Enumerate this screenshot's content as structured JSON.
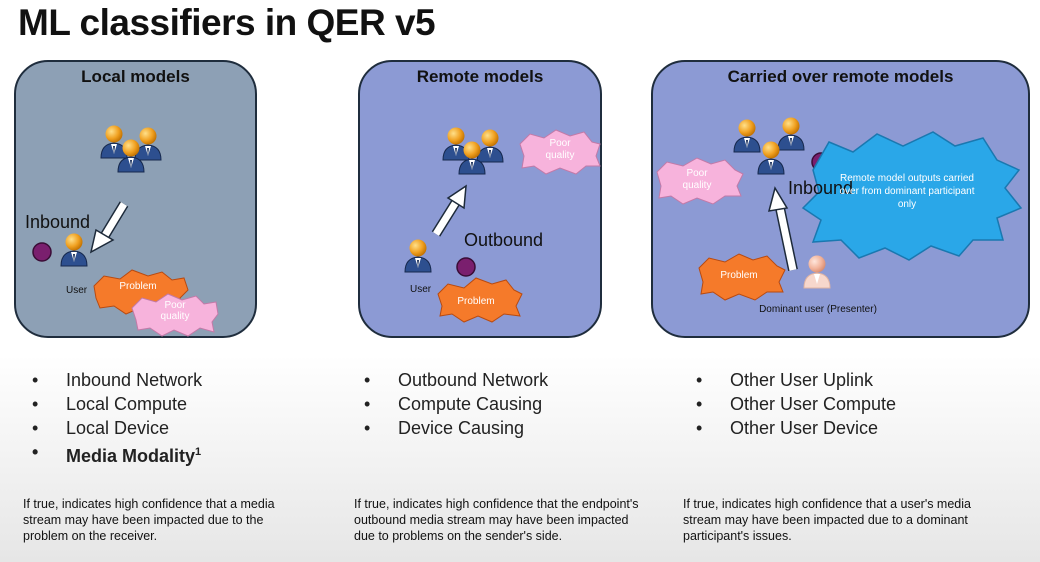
{
  "slide": {
    "title": "ML classifiers in QER v5"
  },
  "panels": [
    {
      "title": "Local models",
      "direction_label": "Inbound",
      "user_label": "User",
      "tags": [
        "Problem",
        "Poor quality"
      ]
    },
    {
      "title": "Remote models",
      "direction_label": "Outbound",
      "user_label": "User",
      "tags": [
        "Poor quality",
        "Problem"
      ]
    },
    {
      "title": "Carried over remote models",
      "direction_label": "Inbound",
      "user_label": "Dominant user (Presenter)",
      "tags": [
        "Poor quality",
        "Problem"
      ],
      "callout": "Remote model outputs carried over from dominant participant only"
    }
  ],
  "bullets": {
    "local": [
      "Inbound Network",
      "Local Compute",
      "Local Device",
      "Media Modality"
    ],
    "local_footnote_mark": "1",
    "remote": [
      "Outbound Network",
      "Compute Causing",
      "Device Causing"
    ],
    "carried": [
      "Other User Uplink",
      "Other User Compute",
      "Other User Device"
    ]
  },
  "descriptions": {
    "local": "If true, indicates high confidence that a media stream may have been impacted due to the problem on the receiver.",
    "remote": "If true, indicates high confidence that the endpoint's outbound media stream may have been impacted due to problems on the sender's side.",
    "carried": "If true, indicates high confidence that a user's media stream may have been impacted due to a dominant participant's issues."
  },
  "colors": {
    "panel_local": "#8da0b5",
    "panel_remote": "#8c9ad4",
    "problem_tag": "#f57a2a",
    "poor_quality_tag": "#f7b3dc",
    "callout": "#2aa7e8",
    "indicator_dot": "#7a1f6e"
  },
  "icons": [
    "users-group-icon",
    "user-icon",
    "arrow-icon",
    "indicator-dot-icon",
    "burst-tag-icon"
  ]
}
